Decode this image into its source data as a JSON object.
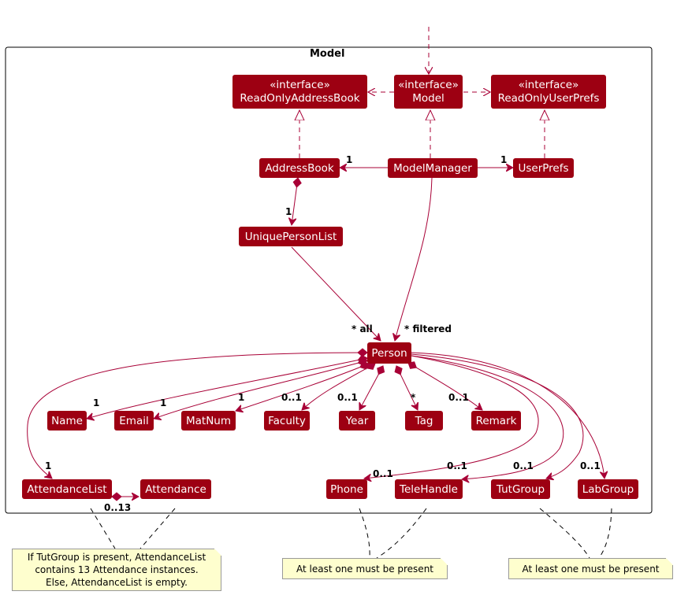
{
  "package": {
    "title": "Model"
  },
  "classes": {
    "readonly_address_book": {
      "stereotype": "«interface»",
      "name": "ReadOnlyAddressBook"
    },
    "model": {
      "stereotype": "«interface»",
      "name": "Model"
    },
    "readonly_user_prefs": {
      "stereotype": "«interface»",
      "name": "ReadOnlyUserPrefs"
    },
    "address_book": "AddressBook",
    "model_manager": "ModelManager",
    "user_prefs": "UserPrefs",
    "unique_person_list": "UniquePersonList",
    "person": "Person",
    "name": "Name",
    "email": "Email",
    "matnum": "MatNum",
    "faculty": "Faculty",
    "year": "Year",
    "tag": "Tag",
    "remark": "Remark",
    "attendance_list": "AttendanceList",
    "attendance": "Attendance",
    "phone": "Phone",
    "tele_handle": "TeleHandle",
    "tut_group": "TutGroup",
    "lab_group": "LabGroup"
  },
  "multiplicities": {
    "addressbook_from_manager": "1",
    "userprefs_from_manager": "1",
    "uniquepersonlist": "1",
    "person_all": "* all",
    "person_filtered": "* filtered",
    "name": "1",
    "email": "1",
    "matnum": "1",
    "faculty": "0..1",
    "year": "0..1",
    "tag": "*",
    "remark": "0..1",
    "attendance_list": "1",
    "attendance": "0..13",
    "phone": "0..1",
    "tele_handle": "0..1",
    "tut_group": "0..1",
    "lab_group": "0..1"
  },
  "notes": {
    "attendance_note": [
      "If TutGroup is present, AttendanceList",
      "contains 13 Attendance instances.",
      "Else, AttendanceList is empty."
    ],
    "contact_note": "At least one must be present",
    "group_note": "At least one must be present"
  },
  "colors": {
    "class_fill": "#9d0012",
    "edge": "#a80036",
    "note_fill": "#fefece"
  }
}
